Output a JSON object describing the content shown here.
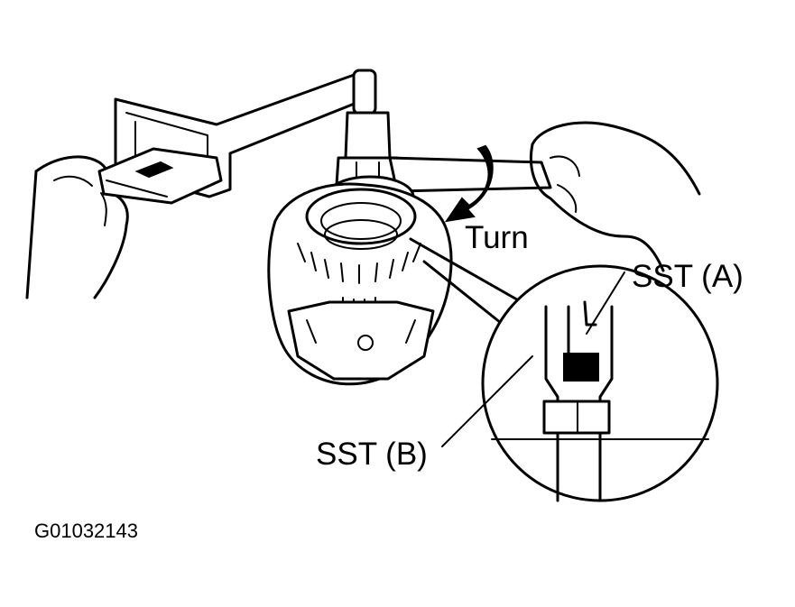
{
  "figure": {
    "labels": {
      "turn": "Turn",
      "sst_a": "SST (A)",
      "sst_b": "SST (B)"
    },
    "figure_id": "G01032143",
    "colors": {
      "ink": "#000000",
      "background": "#ffffff"
    }
  }
}
